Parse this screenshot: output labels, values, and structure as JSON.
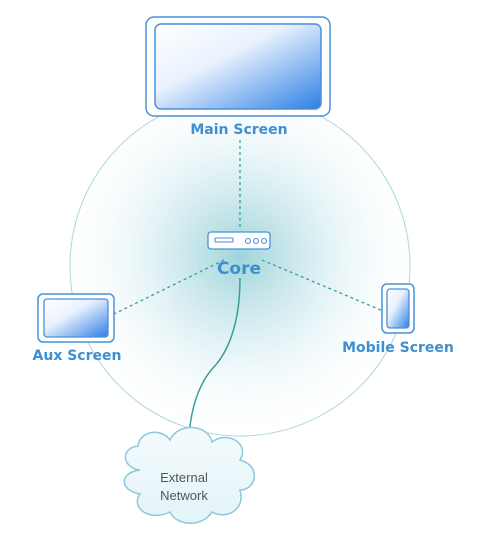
{
  "nodes": {
    "main_screen": {
      "label": "Main Screen"
    },
    "core": {
      "label": "Core"
    },
    "aux_screen": {
      "label": "Aux Screen"
    },
    "mobile_screen": {
      "label": "Mobile Screen"
    },
    "external_network": {
      "line1": "External",
      "line2": "Network"
    }
  },
  "colors": {
    "label": "#3d8fd1",
    "device_frame": "#4a90d9",
    "screen_fill": "#2e7fe6",
    "link": "#3a9e9b",
    "cloud_stroke": "#88c9dc"
  }
}
